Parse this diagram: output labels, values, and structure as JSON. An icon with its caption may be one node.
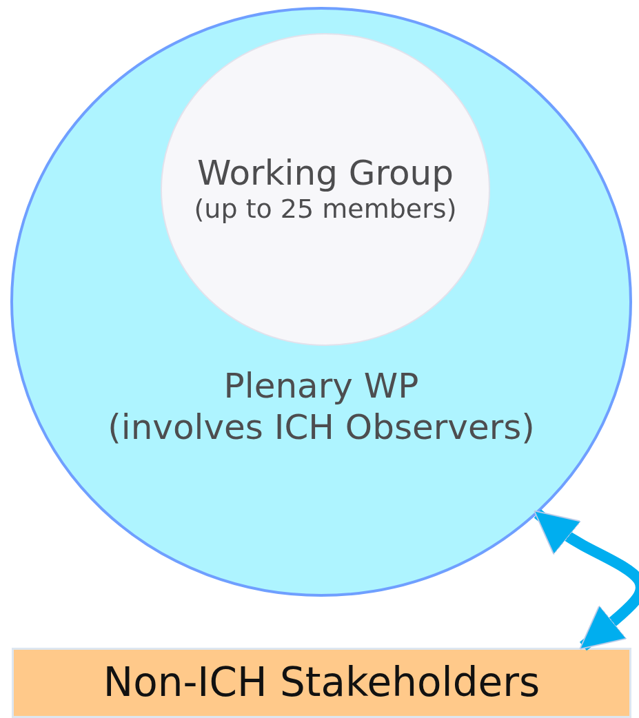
{
  "diagram": {
    "nodes": [
      {
        "text": [
          "Plenary WP",
          "(involves ICH Observers)"
        ]
      },
      {
        "text": [
          "Working Group",
          "(up to 25 members)"
        ],
        "in": 0
      },
      {
        "text": [
          "Non-ICH Stakeholders"
        ]
      }
    ],
    "edges": [
      {
        "from": 0,
        "to": 2,
        "arrow": "both"
      }
    ]
  }
}
